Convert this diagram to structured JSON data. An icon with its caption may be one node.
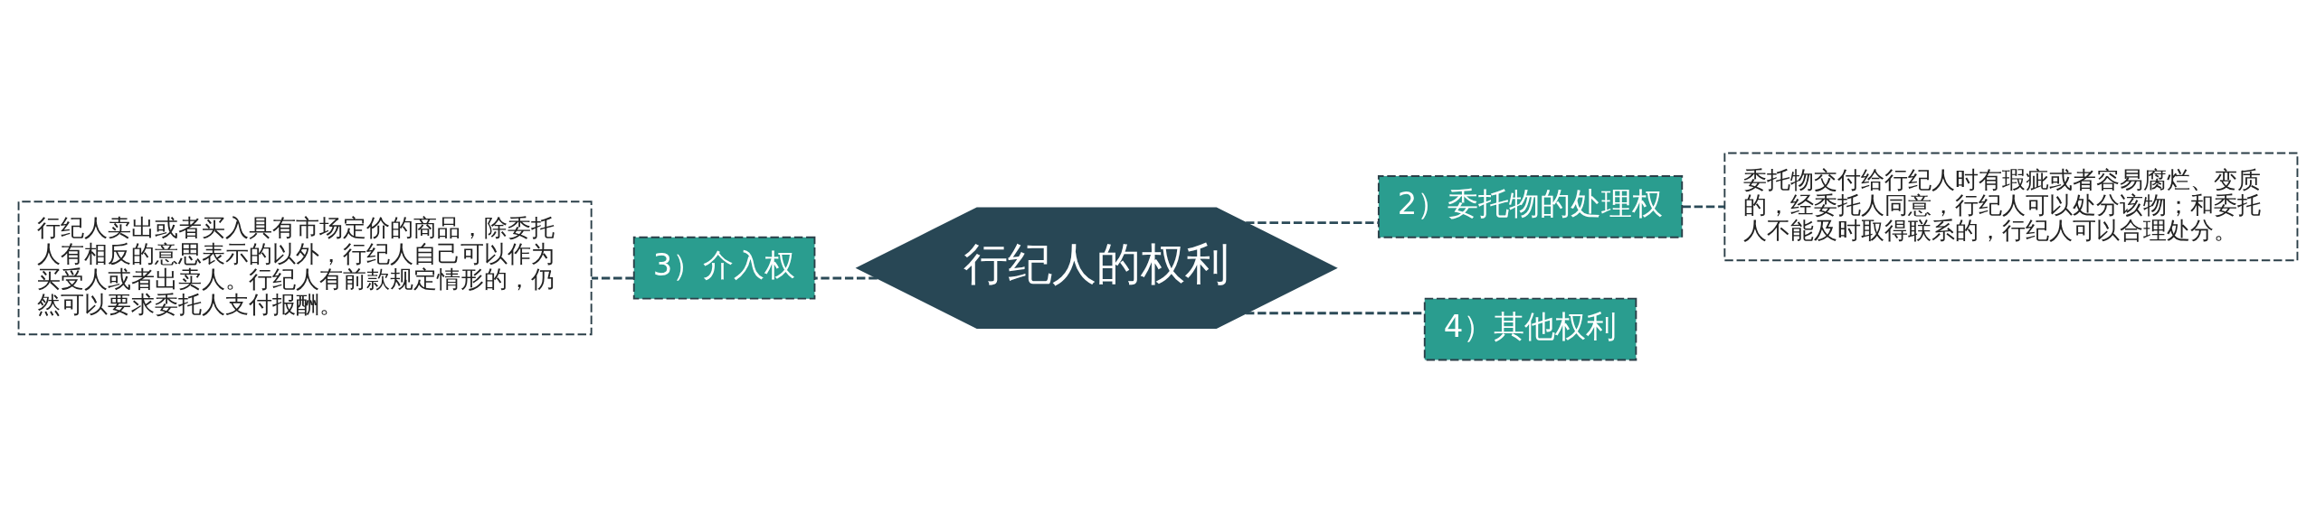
{
  "diagram": {
    "nodes": [
      {
        "text": [
          "行纪人的权利"
        ]
      },
      {
        "text": [
          "2）委托物的处理权"
        ]
      },
      {
        "text": [
          "委托物交付给行纪人时有瑕疵或者容易腐烂、变质的，经委托人同意，行纪人可以处分该物；和委托人不能及时取得联系的，行纪人可以合理处分。"
        ]
      },
      {
        "text": [
          "3）介入权"
        ]
      },
      {
        "text": [
          "行纪人卖出或者买入具有市场定价的商品，除委托人有相反的意思表示的以外，行纪人自己可以作为买受人或者出卖人。行纪人有前款规定情形的，仍然可以要求委托人支付报酬。"
        ]
      },
      {
        "text": [
          "4）其他权利"
        ]
      }
    ],
    "edges": [
      {
        "from": 0,
        "to": 1,
        "arrow": "none",
        "style": "dashed"
      },
      {
        "from": 1,
        "to": 2,
        "arrow": "none",
        "style": "dashed"
      },
      {
        "from": 0,
        "to": 3,
        "arrow": "none",
        "style": "dashed"
      },
      {
        "from": 3,
        "to": 4,
        "arrow": "none",
        "style": "dashed"
      },
      {
        "from": 0,
        "to": 5,
        "arrow": "none",
        "style": "dashed"
      }
    ]
  }
}
